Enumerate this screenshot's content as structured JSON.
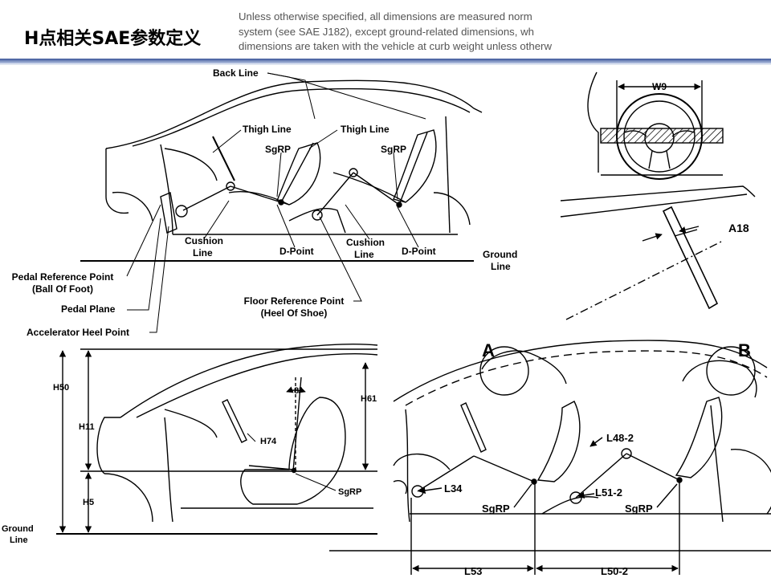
{
  "header": {
    "title": "H点相关SAE参数定义",
    "note_lines": [
      "Unless otherwise specified, all dimensions are measured norm",
      "system (see SAE J182), except ground-related dimensions, wh",
      "dimensions are taken with the vehicle at curb weight unless otherw"
    ]
  },
  "panel_top_left": {
    "labels": {
      "back_line": "Back Line",
      "thigh_line_1": "Thigh Line",
      "thigh_line_2": "Thigh Line",
      "sgrp_1": "SgRP",
      "sgrp_2": "SgRP",
      "cushion_line_1": "Cushion\nLine",
      "cushion_line_2": "Cushion\nLine",
      "d_point_1": "D-Point",
      "d_point_2": "D-Point",
      "ground_line": "Ground\nLine",
      "pedal_reference_point": "Pedal Reference Point\n(Ball Of Foot)",
      "pedal_plane": "Pedal Plane",
      "accelerator_heel_point": "Accelerator Heel Point",
      "floor_reference_point": "Floor Reference Point\n(Heel Of Shoe)"
    }
  },
  "panel_top_right": {
    "labels": {
      "w9": "W9",
      "a18": "A18"
    }
  },
  "panel_bottom_left": {
    "labels": {
      "h50": "H50",
      "h11": "H11",
      "h5": "H5",
      "h61": "H61",
      "h74": "H74",
      "angle": "8°",
      "sgrp": "SgRP",
      "ground_line": "Ground\nLine"
    }
  },
  "panel_bottom_right": {
    "labels": {
      "a": "A",
      "b": "B",
      "l48_2": "L48-2",
      "l34": "L34",
      "sgrp_1": "SgRP",
      "sgrp_2": "SgRP",
      "l51_2": "L51-2",
      "l53": "L53",
      "l50_2": "L50-2"
    }
  }
}
